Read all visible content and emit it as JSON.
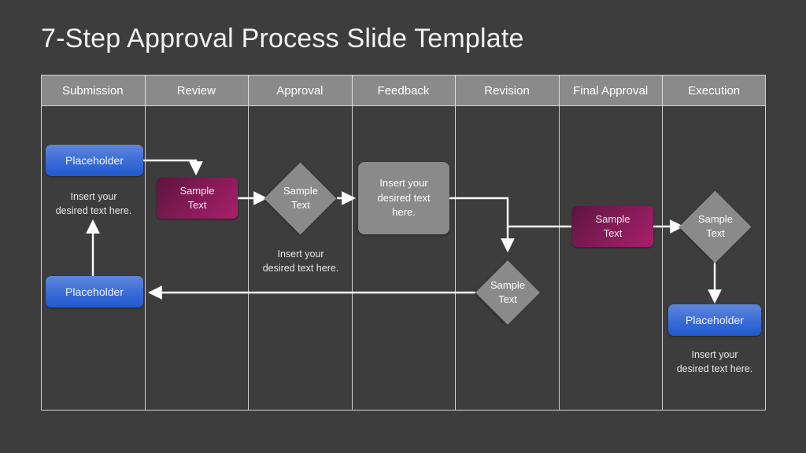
{
  "slide": {
    "title": "7-Step Approval Process Slide Template",
    "background_color": "#3d3d3d",
    "accent_blue": "#3f6fd6",
    "accent_magenta": "#8f1d5c",
    "accent_gray": "#8a8a8a",
    "line_color": "#ffffff"
  },
  "columns": [
    {
      "header": "Submission"
    },
    {
      "header": "Review"
    },
    {
      "header": "Approval"
    },
    {
      "header": "Feedback"
    },
    {
      "header": "Revision"
    },
    {
      "header": "Final Approval"
    },
    {
      "header": "Execution"
    }
  ],
  "nodes": {
    "submission_placeholder_top": "Placeholder",
    "submission_caption_top": "Insert your\ndesired text here.",
    "submission_placeholder_bottom": "Placeholder",
    "review_box": "Sample\nText",
    "approval_diamond": "Sample\nText",
    "approval_caption": "Insert your\ndesired text here.",
    "feedback_box": "Insert your\ndesired text\nhere.",
    "revision_diamond": "Sample\nText",
    "final_approval_box": "Sample\nText",
    "execution_diamond": "Sample\nText",
    "execution_placeholder": "Placeholder",
    "execution_caption": "Insert your\ndesired text here."
  }
}
